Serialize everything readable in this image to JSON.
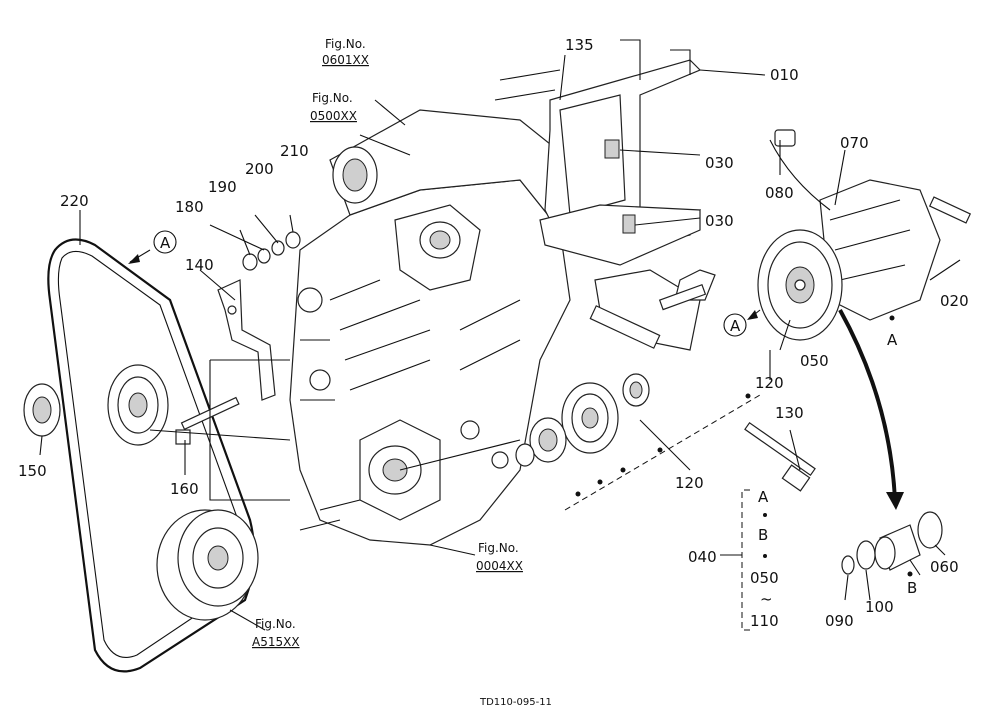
{
  "diagram": {
    "doc_code": "TD110-095-11",
    "fig_refs": [
      {
        "label": "Fig.No.",
        "code": "0601XX"
      },
      {
        "label": "Fig.No.",
        "code": "0500XX"
      },
      {
        "label": "Fig.No.",
        "code": "0004XX"
      },
      {
        "label": "Fig.No.",
        "code": "A515XX"
      }
    ],
    "callouts": [
      "010",
      "020",
      "030",
      "030",
      "040",
      "050",
      "060",
      "070",
      "080",
      "090",
      "100",
      "110",
      "120",
      "130",
      "135",
      "140",
      "150",
      "160",
      "180",
      "190",
      "200",
      "210",
      "220"
    ],
    "markers": [
      "A",
      "A",
      "A",
      "B",
      "A",
      "B",
      "050",
      "110"
    ],
    "icons": [
      "arrow-icon",
      "belt-icon",
      "pulley-icon",
      "compressor-icon",
      "bracket-icon",
      "bolt-icon"
    ]
  }
}
